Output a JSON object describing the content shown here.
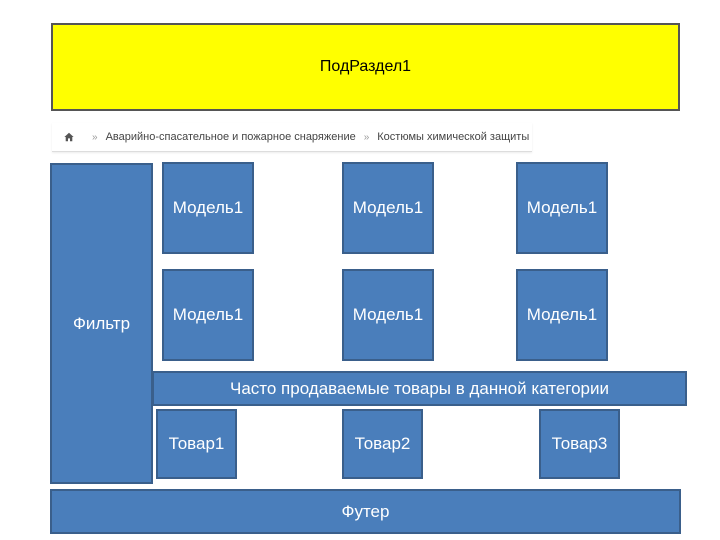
{
  "header": {
    "title": "ПодРаздел1"
  },
  "breadcrumb": {
    "home_icon": "home-icon",
    "separator": "»",
    "items": [
      "Аварийно-спасательное и пожарное снаряжение",
      "Костюмы химической защиты"
    ]
  },
  "filter": {
    "label": "Фильтр"
  },
  "models": [
    {
      "label": "Модель1"
    },
    {
      "label": "Модель1"
    },
    {
      "label": "Модель1"
    },
    {
      "label": "Модель1"
    },
    {
      "label": "Модель1"
    },
    {
      "label": "Модель1"
    }
  ],
  "popular": {
    "label": "Часто продаваемые товары в данной категории"
  },
  "products": [
    {
      "label": "Товар1"
    },
    {
      "label": "Товар2"
    },
    {
      "label": "Товар3"
    }
  ],
  "footer": {
    "label": "Футер"
  },
  "colors": {
    "header_fill": "#ffff00",
    "block_fill": "#4a7ebb",
    "block_border": "#3a5f8b"
  }
}
